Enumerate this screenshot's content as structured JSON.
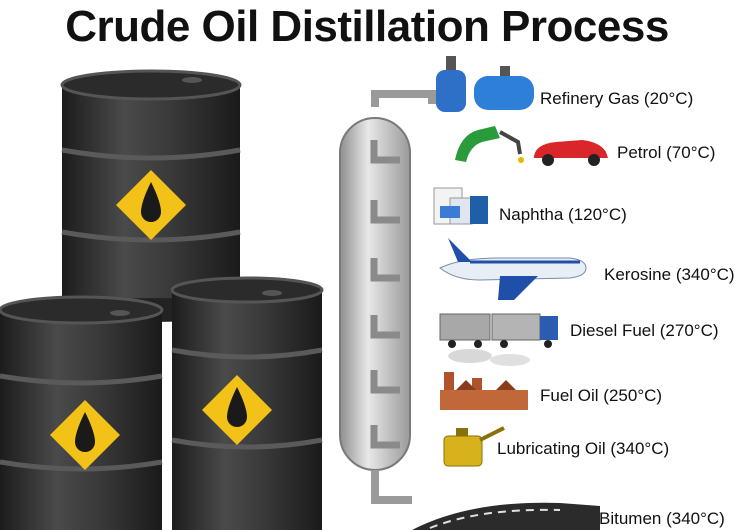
{
  "title": "Crude Oil Distillation Process",
  "products": [
    {
      "label": "Refinery Gas (20°C)",
      "icon": "gas-cylinders-icon"
    },
    {
      "label": "Petrol (70°C)",
      "icon": "fuel-nozzle-car-icon"
    },
    {
      "label": "Naphtha (120°C)",
      "icon": "chemical-bottles-icon"
    },
    {
      "label": "Kerosine (340°C)",
      "icon": "airplane-icon"
    },
    {
      "label": "Diesel Fuel (270°C)",
      "icon": "truck-icon"
    },
    {
      "label": "Fuel Oil (250°C)",
      "icon": "factory-icon"
    },
    {
      "label": "Lubricating Oil (340°C)",
      "icon": "oil-can-icon"
    },
    {
      "label": "Bitumen (340°C)",
      "icon": "road-icon"
    }
  ],
  "colors": {
    "barrel": "#3a3a3a",
    "hazard": "#f2c218",
    "column": "#c8c8c8"
  }
}
